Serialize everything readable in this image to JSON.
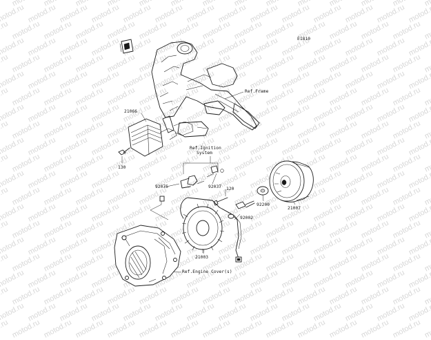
{
  "diagram": {
    "code": "E1810",
    "part_numbers": {
      "regulator": "21066",
      "regulator_bolt": "130",
      "bracket_clamp": "92075",
      "clamp_screw": "92037",
      "bolt_120": "120",
      "washer": "92200",
      "grommet": "92002",
      "stator": "21003",
      "rotor": "21007"
    },
    "references": {
      "frame": "Ref.Frame",
      "ignition_line1": "Ref.Ignition",
      "ignition_line2": "System",
      "engine_cover": "Ref.Engine Cover(s)"
    },
    "watermark": "motod.ru"
  }
}
